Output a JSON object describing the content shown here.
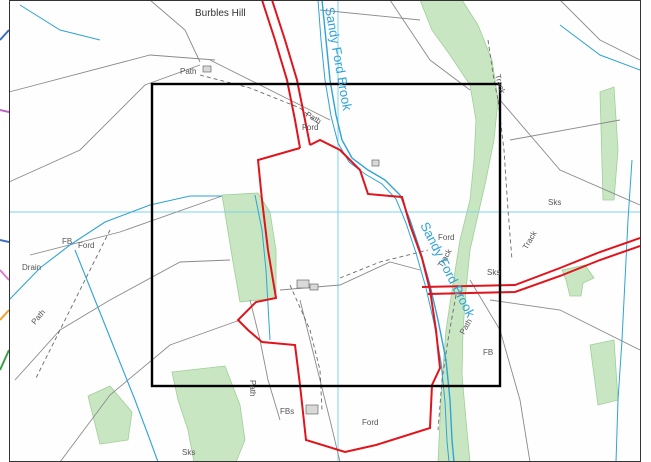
{
  "place_labels": {
    "burbles_hill": "Burbles Hill",
    "sandy_ford_brook_upper": "Sandy Ford Brook",
    "sandy_ford_brook_lower": "Sandy Ford Brook"
  },
  "feature_labels": {
    "path_1": "Path",
    "path_2": "Path",
    "path_3": "Path",
    "path_4": "Path",
    "path_5": "Path",
    "ford_1": "Ford",
    "ford_2": "Ford",
    "ford_3": "Ford",
    "ford_4": "Ford",
    "track_1": "Track",
    "track_2": "Track",
    "track_3": "Track",
    "drain": "Drain",
    "fbs": "FBs",
    "sks_1": "Sks",
    "sks_2": "Sks",
    "sks_3": "Sks",
    "fb_1": "FB",
    "fb_2": "FB"
  },
  "colors": {
    "site_boundary": "#e0141c",
    "study_area_frame": "#000000",
    "water": "#2ea3d6",
    "woodland": "#c8e6c2",
    "grid": "#7fd1e8",
    "field_boundary": "#8a8a8a"
  }
}
